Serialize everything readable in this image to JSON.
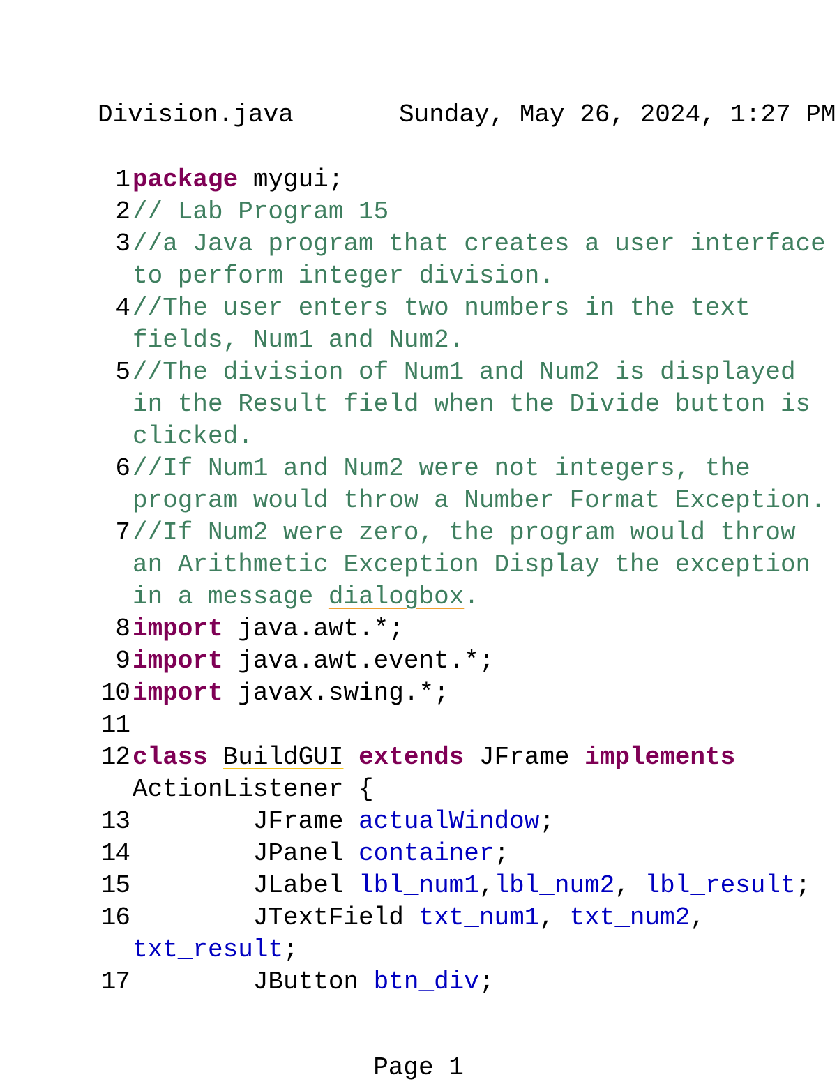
{
  "header": {
    "filename": "Division.java",
    "date": "Sunday, May 26, 2024, 1:27 PM"
  },
  "footer": {
    "page": "Page 1"
  },
  "colors": {
    "keyword": "#7f0055",
    "comment": "#3f7f5f",
    "field": "#0000c0"
  },
  "lines": [
    {
      "num": "1",
      "rows": [
        [
          {
            "t": "package",
            "c": "kw"
          },
          {
            "t": " mygui;",
            "c": "pl"
          }
        ]
      ]
    },
    {
      "num": "2",
      "rows": [
        [
          {
            "t": "// Lab Program 15",
            "c": "cm"
          }
        ]
      ]
    },
    {
      "num": "3",
      "rows": [
        [
          {
            "t": "//a Java program that creates a user interface",
            "c": "cm"
          }
        ],
        [
          {
            "t": "to perform integer division.",
            "c": "cm"
          }
        ]
      ]
    },
    {
      "num": "4",
      "rows": [
        [
          {
            "t": "//The user enters two numbers in the text",
            "c": "cm"
          }
        ],
        [
          {
            "t": "fields, Num1 and Num2.",
            "c": "cm"
          }
        ]
      ]
    },
    {
      "num": "5",
      "rows": [
        [
          {
            "t": "//The division of Num1 and Num2 is displayed",
            "c": "cm"
          }
        ],
        [
          {
            "t": "in the Result field when the Divide button is",
            "c": "cm"
          }
        ],
        [
          {
            "t": "clicked.",
            "c": "cm"
          }
        ]
      ]
    },
    {
      "num": "6",
      "rows": [
        [
          {
            "t": "//If Num1 and Num2 were not integers, the",
            "c": "cm"
          }
        ],
        [
          {
            "t": "program would throw a Number Format Exception.",
            "c": "cm"
          }
        ]
      ]
    },
    {
      "num": "7",
      "rows": [
        [
          {
            "t": "//If Num2 were zero, the program would throw",
            "c": "cm"
          }
        ],
        [
          {
            "t": "an Arithmetic Exception Display the exception",
            "c": "cm"
          }
        ],
        [
          {
            "t": "in a message ",
            "c": "cm"
          },
          {
            "t": "dialogbox",
            "c": "cm",
            "u": "orange"
          },
          {
            "t": ".",
            "c": "cm"
          }
        ]
      ]
    },
    {
      "num": "8",
      "rows": [
        [
          {
            "t": "import",
            "c": "kw"
          },
          {
            "t": " java.awt.*;",
            "c": "pl"
          }
        ]
      ]
    },
    {
      "num": "9",
      "rows": [
        [
          {
            "t": "import",
            "c": "kw"
          },
          {
            "t": " java.awt.event.*;",
            "c": "pl"
          }
        ]
      ]
    },
    {
      "num": "10",
      "rows": [
        [
          {
            "t": "import",
            "c": "kw"
          },
          {
            "t": " javax.swing.*;",
            "c": "pl"
          }
        ]
      ]
    },
    {
      "num": "11",
      "rows": [
        []
      ]
    },
    {
      "num": "12",
      "rows": [
        [
          {
            "t": "class",
            "c": "kw"
          },
          {
            "t": " ",
            "c": "pl"
          },
          {
            "t": "BuildGUI",
            "c": "pl",
            "u": "yellow"
          },
          {
            "t": " ",
            "c": "pl"
          },
          {
            "t": "extends",
            "c": "kw"
          },
          {
            "t": " JFrame ",
            "c": "pl"
          },
          {
            "t": "implements",
            "c": "kw"
          }
        ],
        [
          {
            "t": "ActionListener {",
            "c": "pl"
          }
        ]
      ]
    },
    {
      "num": "13",
      "rows": [
        [
          {
            "t": "        JFrame ",
            "c": "pl"
          },
          {
            "t": "actualWindow",
            "c": "fd"
          },
          {
            "t": ";",
            "c": "pl"
          }
        ]
      ]
    },
    {
      "num": "14",
      "rows": [
        [
          {
            "t": "        JPanel ",
            "c": "pl"
          },
          {
            "t": "container",
            "c": "fd"
          },
          {
            "t": ";",
            "c": "pl"
          }
        ]
      ]
    },
    {
      "num": "15",
      "rows": [
        [
          {
            "t": "        JLabel ",
            "c": "pl"
          },
          {
            "t": "lbl_num1",
            "c": "fd"
          },
          {
            "t": ",",
            "c": "pl"
          },
          {
            "t": "lbl_num2",
            "c": "fd"
          },
          {
            "t": ", ",
            "c": "pl"
          },
          {
            "t": "lbl_result",
            "c": "fd"
          },
          {
            "t": ";",
            "c": "pl"
          }
        ]
      ]
    },
    {
      "num": "16",
      "rows": [
        [
          {
            "t": "        JTextField ",
            "c": "pl"
          },
          {
            "t": "txt_num1",
            "c": "fd"
          },
          {
            "t": ", ",
            "c": "pl"
          },
          {
            "t": "txt_num2",
            "c": "fd"
          },
          {
            "t": ",",
            "c": "pl"
          }
        ],
        [
          {
            "t": "txt_result",
            "c": "fd"
          },
          {
            "t": ";",
            "c": "pl"
          }
        ]
      ]
    },
    {
      "num": "17",
      "rows": [
        [
          {
            "t": "        JButton ",
            "c": "pl"
          },
          {
            "t": "btn_div",
            "c": "fd"
          },
          {
            "t": ";",
            "c": "pl"
          }
        ]
      ]
    }
  ]
}
